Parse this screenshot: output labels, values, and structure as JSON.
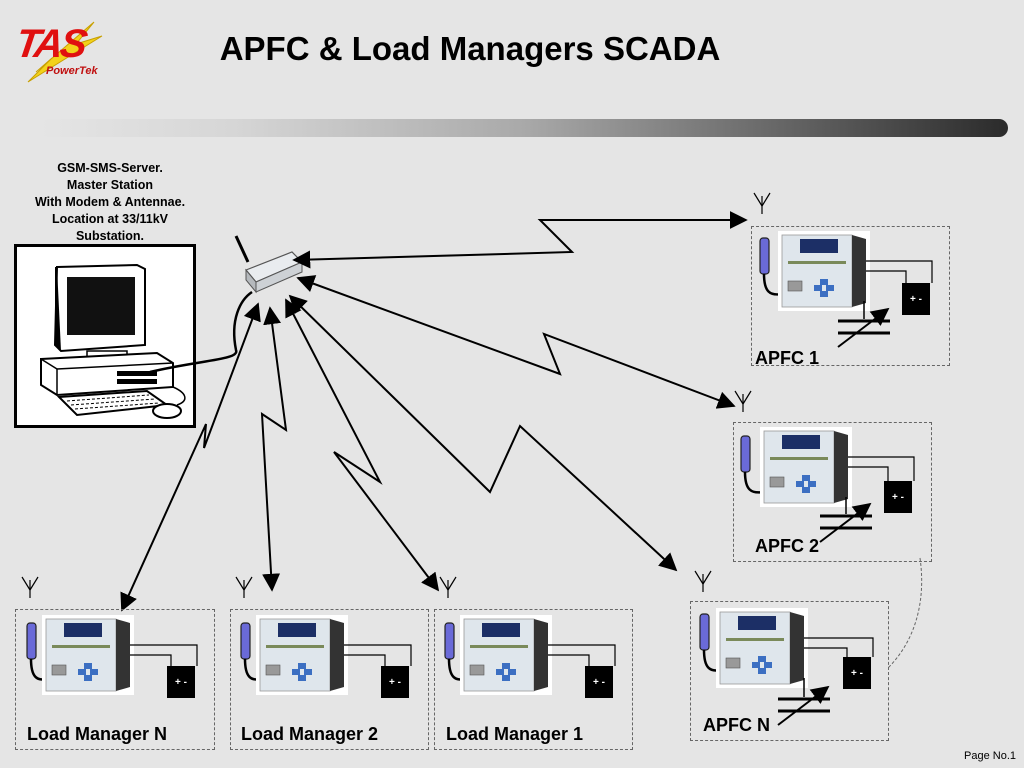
{
  "header": {
    "title": "APFC & Load Managers SCADA",
    "logo_text": "TAS",
    "logo_subtext": "PowerTek"
  },
  "server": {
    "label_lines": [
      "GSM-SMS-Server.",
      "Master Station",
      "With Modem & Antennae.",
      "Location at 33/11kV",
      "Substation."
    ]
  },
  "nodes": [
    {
      "id": "apfc-1",
      "label": "APFC 1"
    },
    {
      "id": "apfc-2",
      "label": "APFC 2"
    },
    {
      "id": "apfc-n",
      "label": "APFC N"
    },
    {
      "id": "load-manager-n",
      "label": "Load Manager N"
    },
    {
      "id": "load-manager-2",
      "label": "Load Manager 2"
    },
    {
      "id": "load-manager-1",
      "label": "Load Manager 1"
    }
  ],
  "device": {
    "battery_label": "+ -"
  },
  "footer": {
    "page_number": "Page No.1"
  },
  "colors": {
    "logo_red": "#e01010",
    "background": "#e5e5e5",
    "antenna_tube": "#6a6ad8",
    "device_panel": "#dfe6ec"
  }
}
